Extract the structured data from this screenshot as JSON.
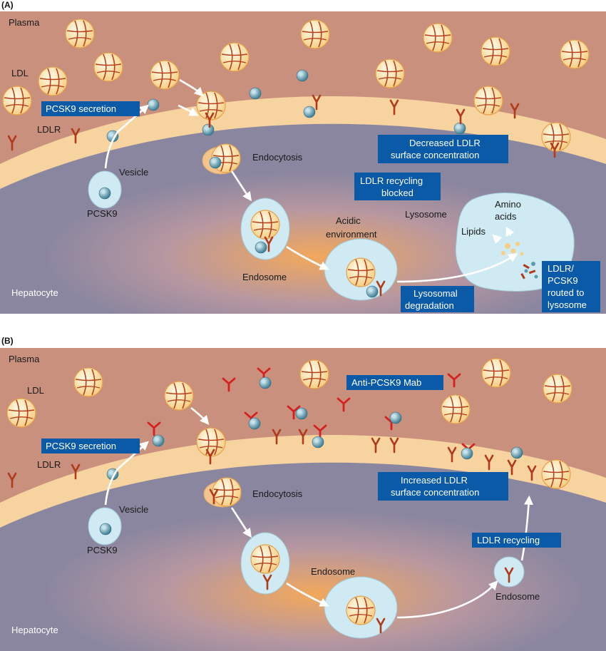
{
  "panel_a": {
    "letter": "(A)",
    "plasma": "Plasma",
    "hepatocyte": "Hepatocyte",
    "ldl": "LDL",
    "ldlr": "LDLR",
    "vesicle": "Vesicle",
    "pcsk9": "PCSK9",
    "pcsk9_secretion": "PCSK9 secretion",
    "endocytosis": "Endocytosis",
    "endosome": "Endosome",
    "acidic_line1": "Acidic",
    "acidic_line2": "environment",
    "lysosome": "Lysosome",
    "amino_line1": "Amino",
    "amino_line2": "acids",
    "lipids": "Lipids",
    "decreased_line1": "Decreased LDLR",
    "decreased_line2": "surface concentration",
    "recycling_blocked_line1": "LDLR recycling",
    "recycling_blocked_line2": "blocked",
    "lysosomal_line1": "Lysosomal",
    "lysosomal_line2": "degradation",
    "routed_line1": "LDLR/",
    "routed_line2": "PCSK9",
    "routed_line3": "routed to",
    "routed_line4": "lysosome"
  },
  "panel_b": {
    "letter": "(B)",
    "plasma": "Plasma",
    "hepatocyte": "Hepatocyte",
    "ldl": "LDL",
    "ldlr": "LDLR",
    "vesicle": "Vesicle",
    "pcsk9": "PCSK9",
    "pcsk9_secretion": "PCSK9 secretion",
    "endocytosis": "Endocytosis",
    "endosome": "Endosome",
    "endosome2": "Endosome",
    "anti_mab": "Anti-PCSK9 Mab",
    "increased_line1": "Increased LDLR",
    "increased_line2": "surface concentration",
    "recycling": "LDLR recycling"
  },
  "colors": {
    "plasma": "#c9907e",
    "membrane": "#f7d3a0",
    "cytoplasm": "#8f8aa3",
    "label_box": "#0a5aa8",
    "ldl_fill": "#fde7b8",
    "ldl_stroke": "#b8401c",
    "ldlr": "#b03a1a",
    "antibody": "#d62020",
    "pcsk9": "#5d9bb0",
    "vesicle": "#cfeaf3"
  }
}
